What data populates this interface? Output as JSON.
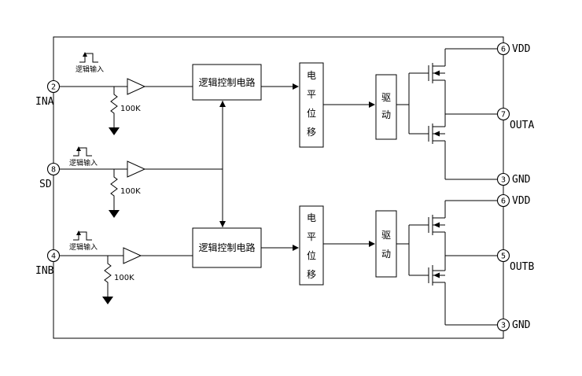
{
  "diagram": {
    "colors": {
      "line": "#000000",
      "background": "#ffffff"
    },
    "input_channels": [
      {
        "pin": "2",
        "name": "INA",
        "logic_label": "逻辑输入",
        "resistor": "100K"
      },
      {
        "pin": "8",
        "name": "SD",
        "logic_label": "逻辑输入",
        "resistor": "100K"
      },
      {
        "pin": "4",
        "name": "INB",
        "logic_label": "逻辑输入",
        "resistor": "100K"
      }
    ],
    "blocks": {
      "logic_ctrl_a": "逻辑控制电路",
      "logic_ctrl_b": "逻辑控制电路",
      "level_shift_a": [
        "电",
        "平",
        "位",
        "移"
      ],
      "level_shift_b": [
        "电",
        "平",
        "位",
        "移"
      ],
      "drive_a": [
        "驱",
        "动"
      ],
      "drive_b": [
        "驱",
        "动"
      ]
    },
    "output_pins": {
      "vdd_a": {
        "num": "6",
        "label": "VDD"
      },
      "outa": {
        "num": "7",
        "label": "OUTA"
      },
      "gnd_a": {
        "num": "3",
        "label": "GND"
      },
      "vdd_b": {
        "num": "6",
        "label": "VDD"
      },
      "outb": {
        "num": "5",
        "label": "OUTB"
      },
      "gnd_b": {
        "num": "3",
        "label": "GND"
      }
    }
  }
}
